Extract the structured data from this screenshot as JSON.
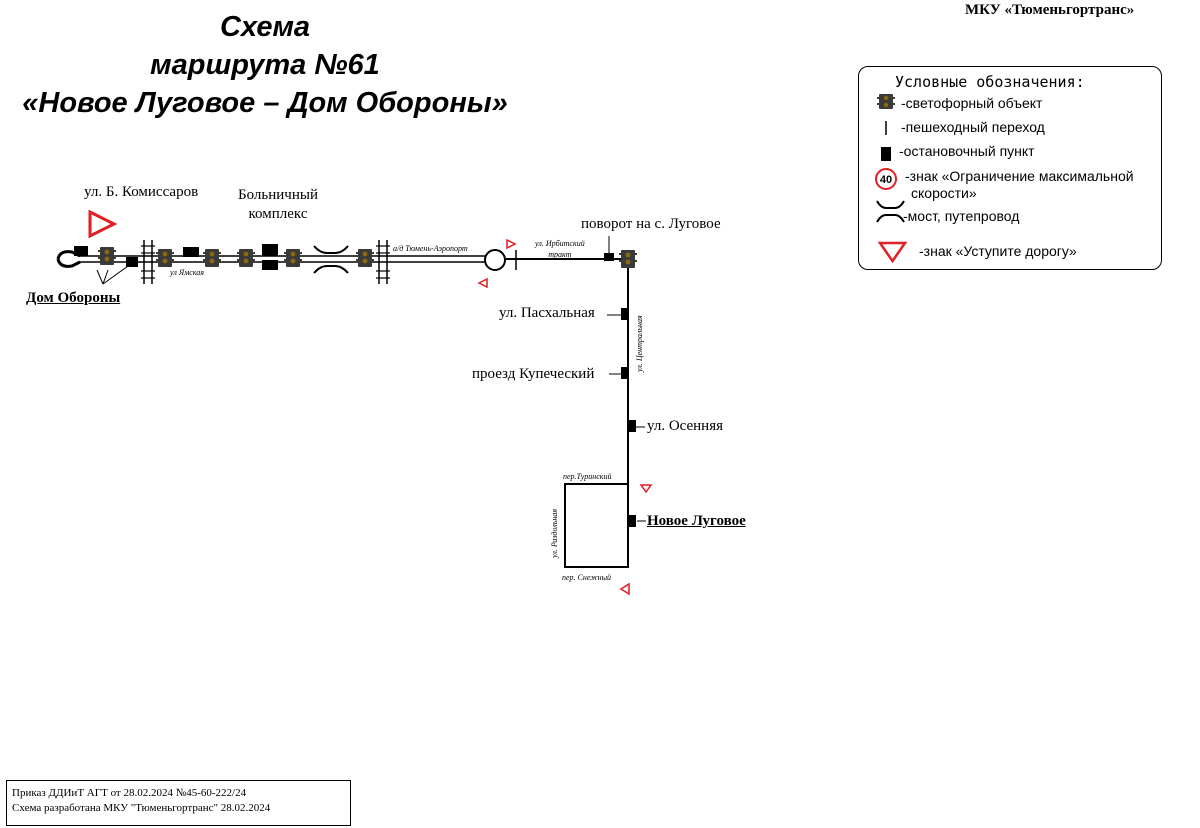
{
  "header": {
    "title_line1": "Схема",
    "title_line2": "маршрута №61",
    "title_line3": "«Новое Луговое – Дом Обороны»",
    "organization": "МКУ «Тюменьгортранс»"
  },
  "legend": {
    "title": "Условные обозначения:",
    "items": [
      {
        "icon": "traffic-light-icon",
        "label": "-светофорный объект"
      },
      {
        "icon": "pedestrian-crossing-icon",
        "label": "-пешеходный переход"
      },
      {
        "icon": "bus-stop-icon",
        "label": "-остановочный пункт"
      },
      {
        "icon": "speed-limit-icon",
        "sign_value": "40",
        "label": "-знак «Ограничение максимальной",
        "label2": "скорости»"
      },
      {
        "icon": "bridge-icon",
        "label": "-мост, путепровод"
      },
      {
        "icon": "yield-sign-icon",
        "label": "-знак «Уступите дорогу»"
      }
    ]
  },
  "map": {
    "labels": {
      "b_komissarov": "ул. Б. Комиссаров",
      "hospital_line1": "Больничный",
      "hospital_line2": "комплекс",
      "dom_oborony": "Дом Обороны",
      "povorot": "поворот на с. Луговое",
      "pashalnaya": "ул. Пасхальная",
      "kupechesky": "проезд Купеческий",
      "osennyaya": "ул. Осенняя",
      "novoe_lugovoe": "Новое Луговое"
    },
    "streets": {
      "yamskaya": "ул Ямская",
      "ad_tyumen": "а/д Тюмень-Аэропорт",
      "irbitsky_1": "ул. Ирбитский",
      "irbitsky_2": "тракт",
      "centralnaya": "ул. Центральная",
      "turinsky": "пер.Туринский",
      "razdolnaya": "ул. Раздольная",
      "snezhny": "пер. Снежный"
    },
    "colors": {
      "road": "#000000",
      "yield": "#e31e24",
      "traffic_light_body": "#3a3a3a",
      "traffic_light_lamp": "#8a6a10"
    }
  },
  "footer": {
    "line1": "Приказ ДДИиТ АГТ от 28.02.2024 №45-60-222/24",
    "line2": "Схема разработана МКУ \"Тюменьгортранс\" 28.02.2024"
  }
}
